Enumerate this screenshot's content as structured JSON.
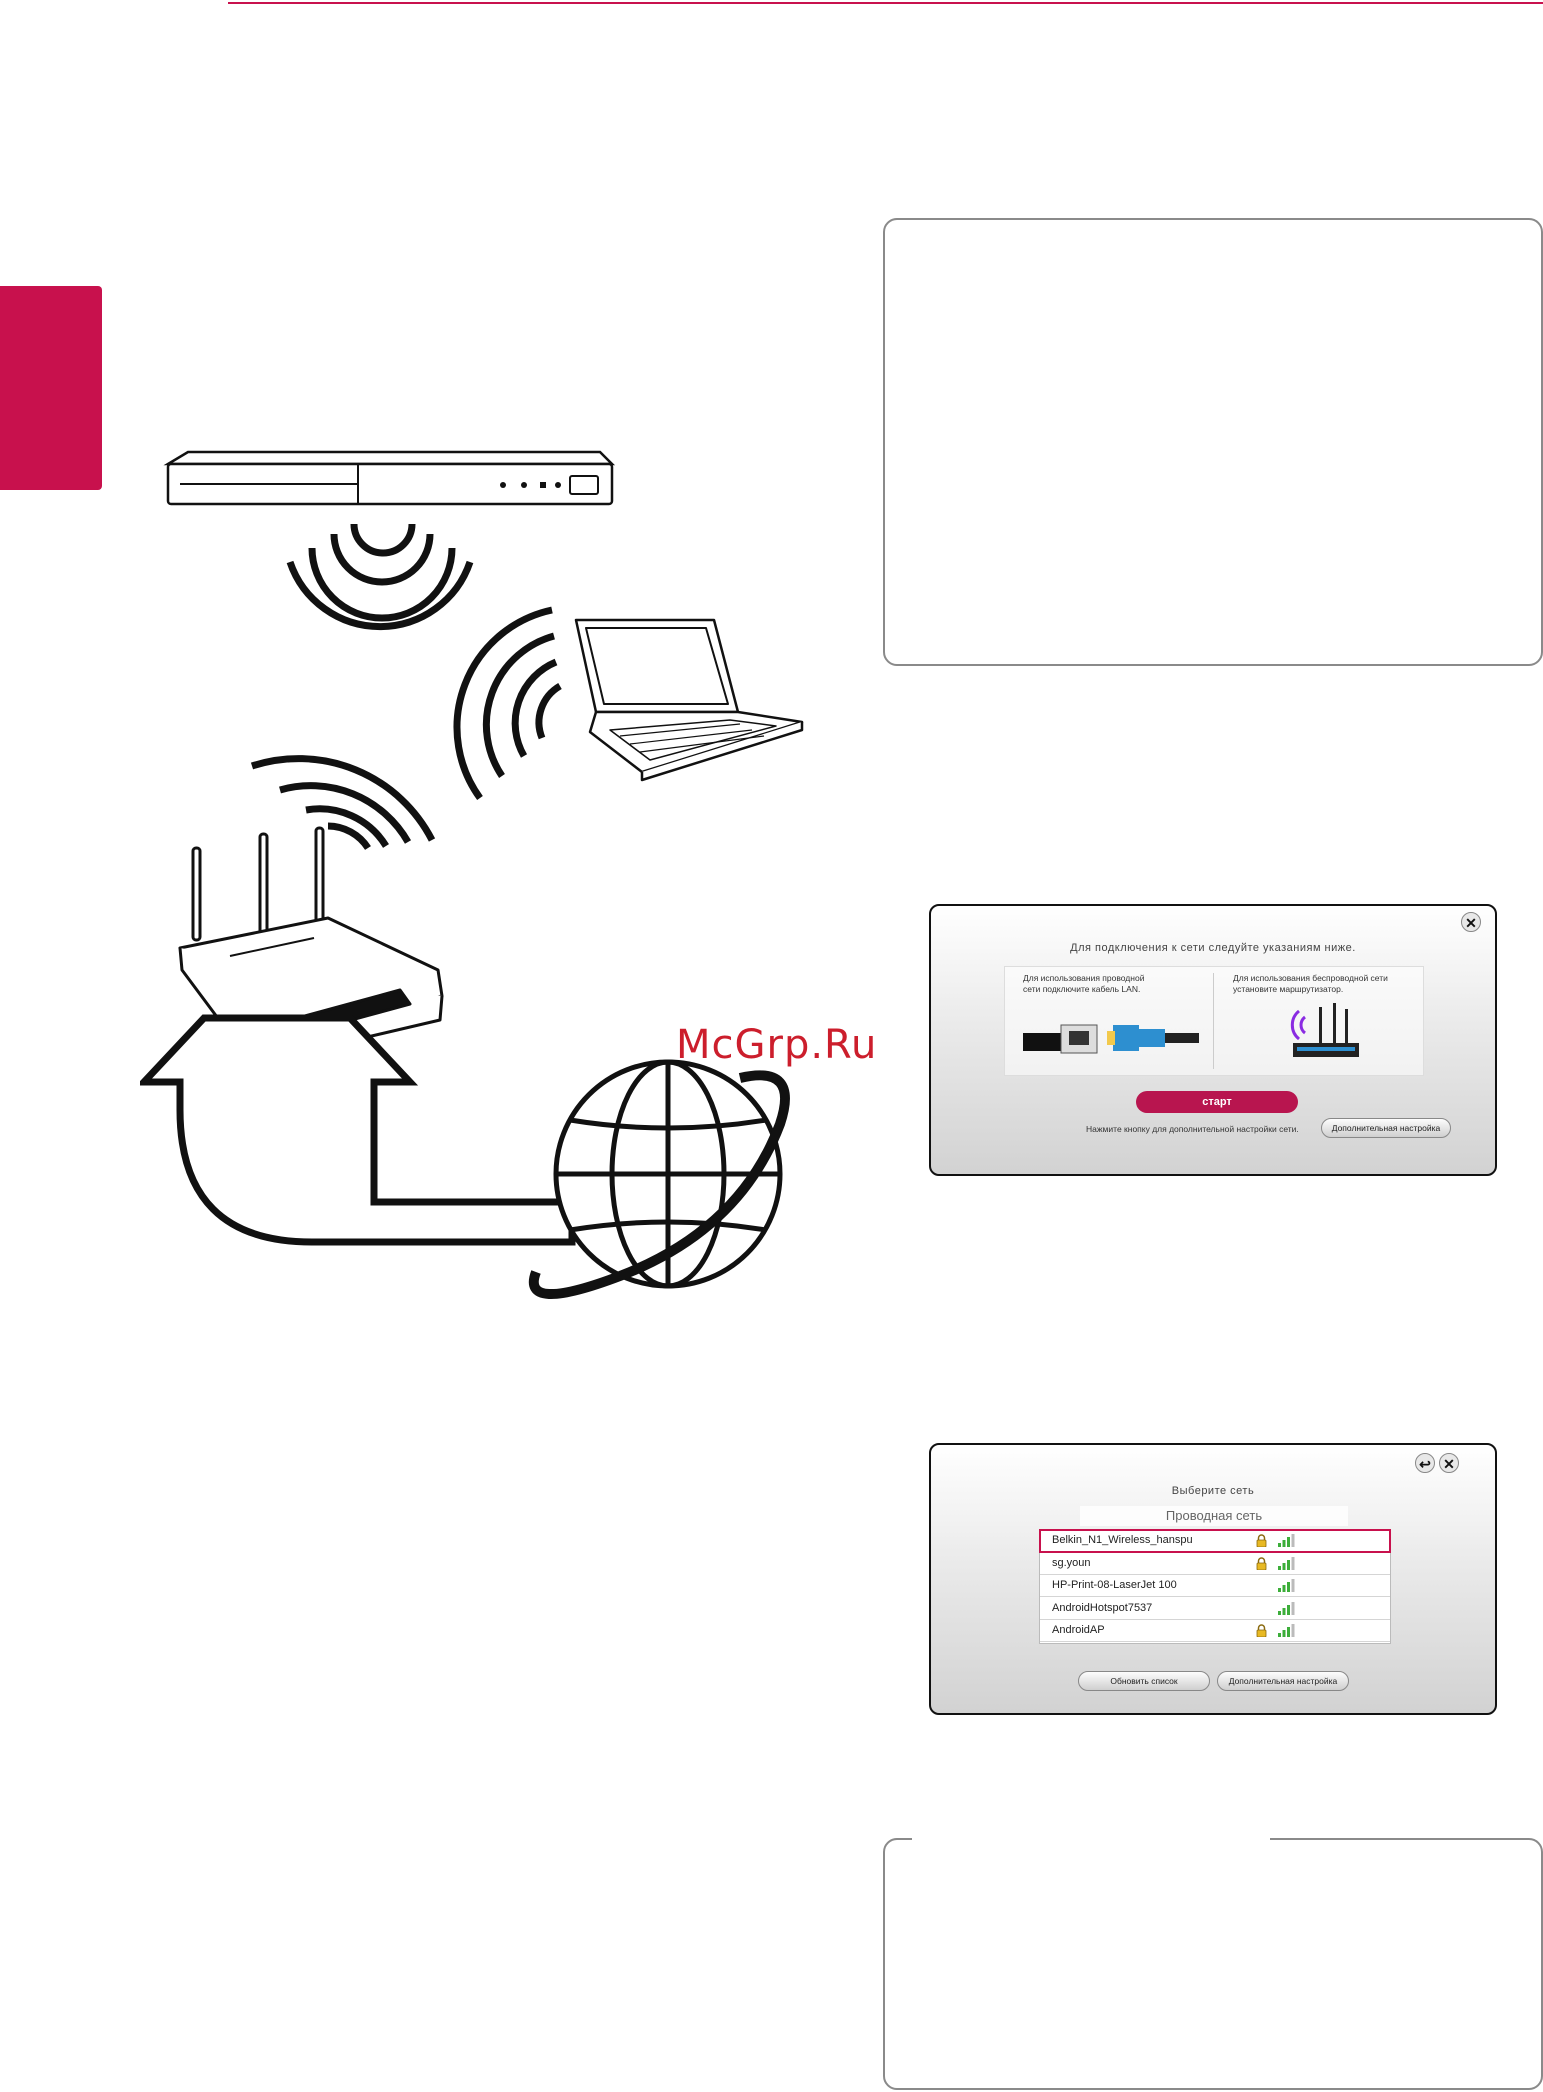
{
  "watermark": "McGrp.Ru",
  "connect_screen": {
    "title": "Для подключения к сети следуйте указаниям ниже.",
    "wired_text_line1": "Для использования проводной",
    "wired_text_line2": "сети подключите кабель LAN.",
    "wireless_text_line1": "Для использования беспроводной сети",
    "wireless_text_line2": "установите маршрутизатор.",
    "start_label": "старт",
    "hint_text": "Нажмите кнопку для дополнительной настройки сети.",
    "advanced_label": "Дополнительная настройка",
    "close_icon": "close-icon"
  },
  "select_screen": {
    "title": "Выберите сеть",
    "wired_label": "Проводная сеть",
    "networks": [
      {
        "name": "Belkin_N1_Wireless_hanspu",
        "locked": true,
        "signal_bars": 4
      },
      {
        "name": "sg.youn",
        "locked": true,
        "signal_bars": 4
      },
      {
        "name": "HP-Print-08-LaserJet 100",
        "locked": false,
        "signal_bars": 4
      },
      {
        "name": "AndroidHotspot7537",
        "locked": false,
        "signal_bars": 4
      },
      {
        "name": "AndroidAP",
        "locked": true,
        "signal_bars": 4
      }
    ],
    "selected_index": 0,
    "refresh_label": "Обновить список",
    "advanced_label": "Дополнительная настройка",
    "back_icon": "back-icon",
    "close_icon": "close-icon"
  },
  "colors": {
    "accent": "#c8114d",
    "start_button": "#b8154f",
    "signal_green": "#3cae3a"
  }
}
